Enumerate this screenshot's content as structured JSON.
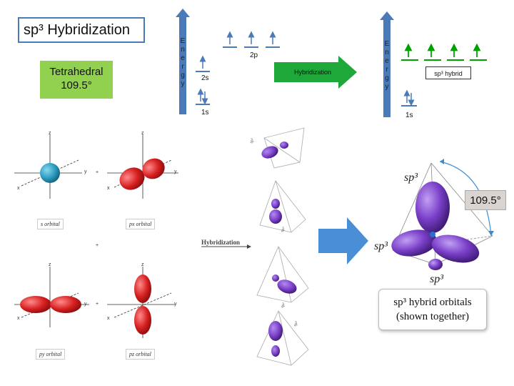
{
  "header": {
    "title": "sp³ Hybridization",
    "geometry_line1": "Tetrahedral",
    "geometry_line2": "109.5°"
  },
  "energy_left": {
    "axis_label": [
      "E",
      "n",
      "e",
      "r",
      "g",
      "y"
    ],
    "level_2p": "2p",
    "level_2s": "2s",
    "level_1s": "1s"
  },
  "arrow": {
    "label": "Hybridization"
  },
  "energy_right": {
    "axis_label": [
      "E",
      "n",
      "e",
      "r",
      "g",
      "y"
    ],
    "level_hybrid": "sp³ hybrid",
    "level_1s": "1s"
  },
  "orbitals": {
    "s_label": "s orbital",
    "px_label": "px orbital",
    "py_label": "py orbital",
    "pz_label": "pz orbital",
    "x": "x",
    "y": "y",
    "z": "z",
    "plus": "+"
  },
  "middle": {
    "hybridization_label": "Hybridization",
    "sp3": "sp³"
  },
  "result": {
    "angle": "109.5°",
    "caption_line1": "sp³ hybrid orbitals",
    "caption_line2": "(shown together)",
    "sp3_label": "sp³"
  },
  "colors": {
    "energy_arrow": "#4a7ab8",
    "electron_blue": "#4a7ab8",
    "electron_green": "#00a000",
    "hyb_arrow": "#1fa83a",
    "orbital_red": "#d62020",
    "orbital_blue": "#2a9bc0",
    "orbital_purple": "#7a3fc8"
  }
}
